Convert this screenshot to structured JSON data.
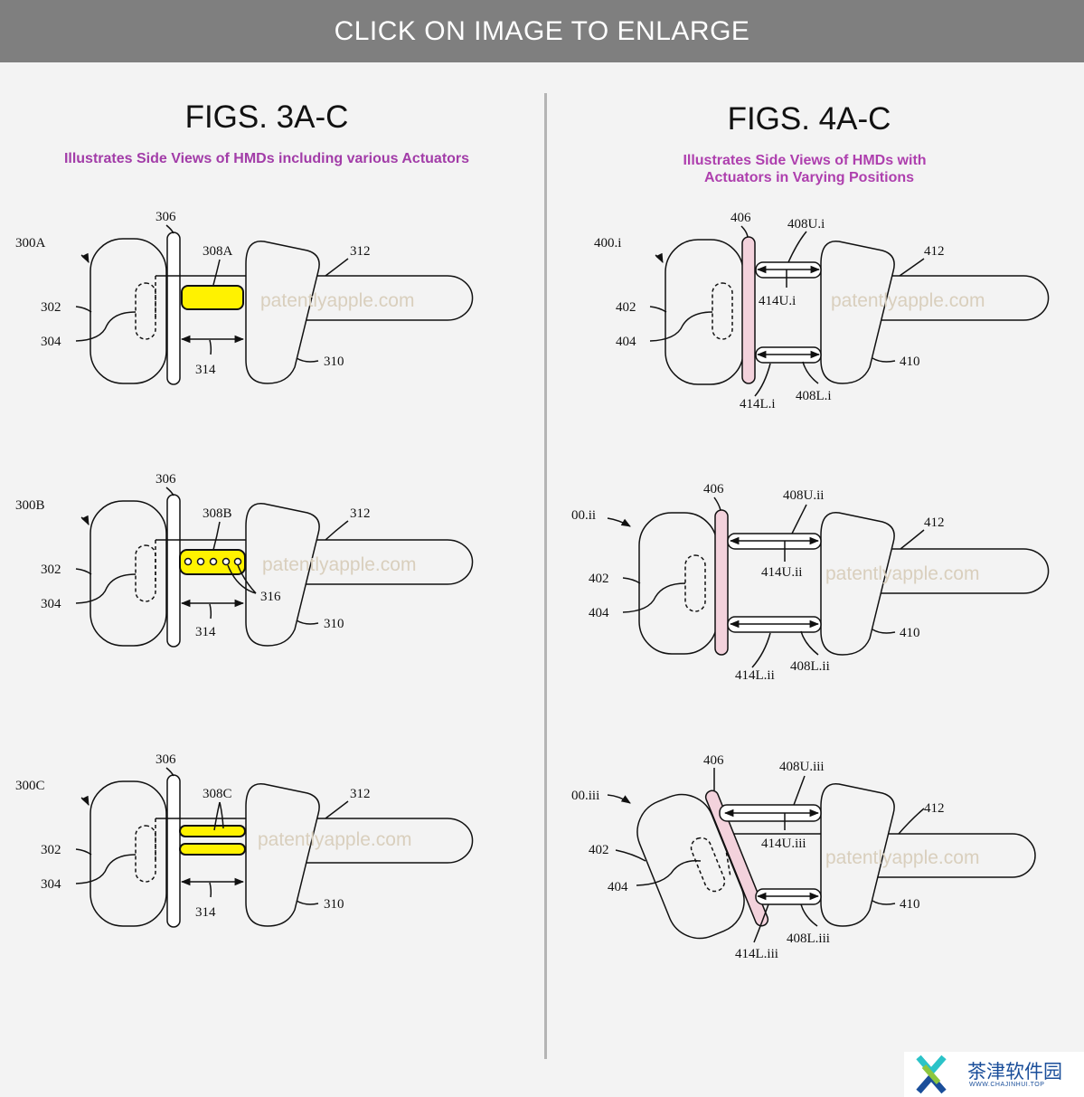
{
  "banner": {
    "text": "CLICK ON IMAGE TO ENLARGE"
  },
  "left": {
    "title": "FIGS. 3A-C",
    "subtitle": "Illustrates Side Views of HMDs including various Actuators",
    "figures": [
      {
        "ref": "300A",
        "display": "302",
        "lens": "304",
        "frame": "306",
        "actuator": "308A",
        "cushion": "310",
        "strap": "312",
        "gap": "314"
      },
      {
        "ref": "300B",
        "display": "302",
        "lens": "304",
        "frame": "306",
        "actuator": "308B",
        "cushion": "310",
        "strap": "312",
        "gap": "314",
        "cells": "316"
      },
      {
        "ref": "300C",
        "display": "302",
        "lens": "304",
        "frame": "306",
        "actuator": "308C",
        "cushion": "310",
        "strap": "312",
        "gap": "314"
      }
    ]
  },
  "right": {
    "title": "FIGS. 4A-C",
    "subtitle_line1": "Illustrates Side Views of HMDs with",
    "subtitle_line2": "Actuators in Varying Positions",
    "figures": [
      {
        "ref": "400.i",
        "display": "402",
        "lens": "404",
        "frame": "406",
        "upper": "408U.i",
        "upper_gap": "414U.i",
        "lower": "408L.i",
        "lower_gap": "414L.i",
        "cushion": "410",
        "strap": "412"
      },
      {
        "ref": "00.ii",
        "display": "402",
        "lens": "404",
        "frame": "406",
        "upper": "408U.ii",
        "upper_gap": "414U.ii",
        "lower": "408L.ii",
        "lower_gap": "414L.ii",
        "cushion": "410",
        "strap": "412"
      },
      {
        "ref": "00.iii",
        "display": "402",
        "lens": "404",
        "frame": "406",
        "upper": "408U.iii",
        "upper_gap": "414U.iii",
        "lower": "408L.iii",
        "lower_gap": "414L.iii",
        "cushion": "410",
        "strap": "412"
      }
    ]
  },
  "watermark": "patentlyapple.com",
  "logo": {
    "cn": "茶津软件园",
    "en": "WWW.CHAJINHUI.TOP"
  },
  "colors": {
    "banner": "#7f7f7f",
    "subtitle_left": "#a23ca8",
    "subtitle_right": "#ae3fae",
    "actuator": "#fff200",
    "frame_pink": "#f3d2dc",
    "watermark": "#d9cfbd",
    "logo": "#1a4e9a"
  }
}
